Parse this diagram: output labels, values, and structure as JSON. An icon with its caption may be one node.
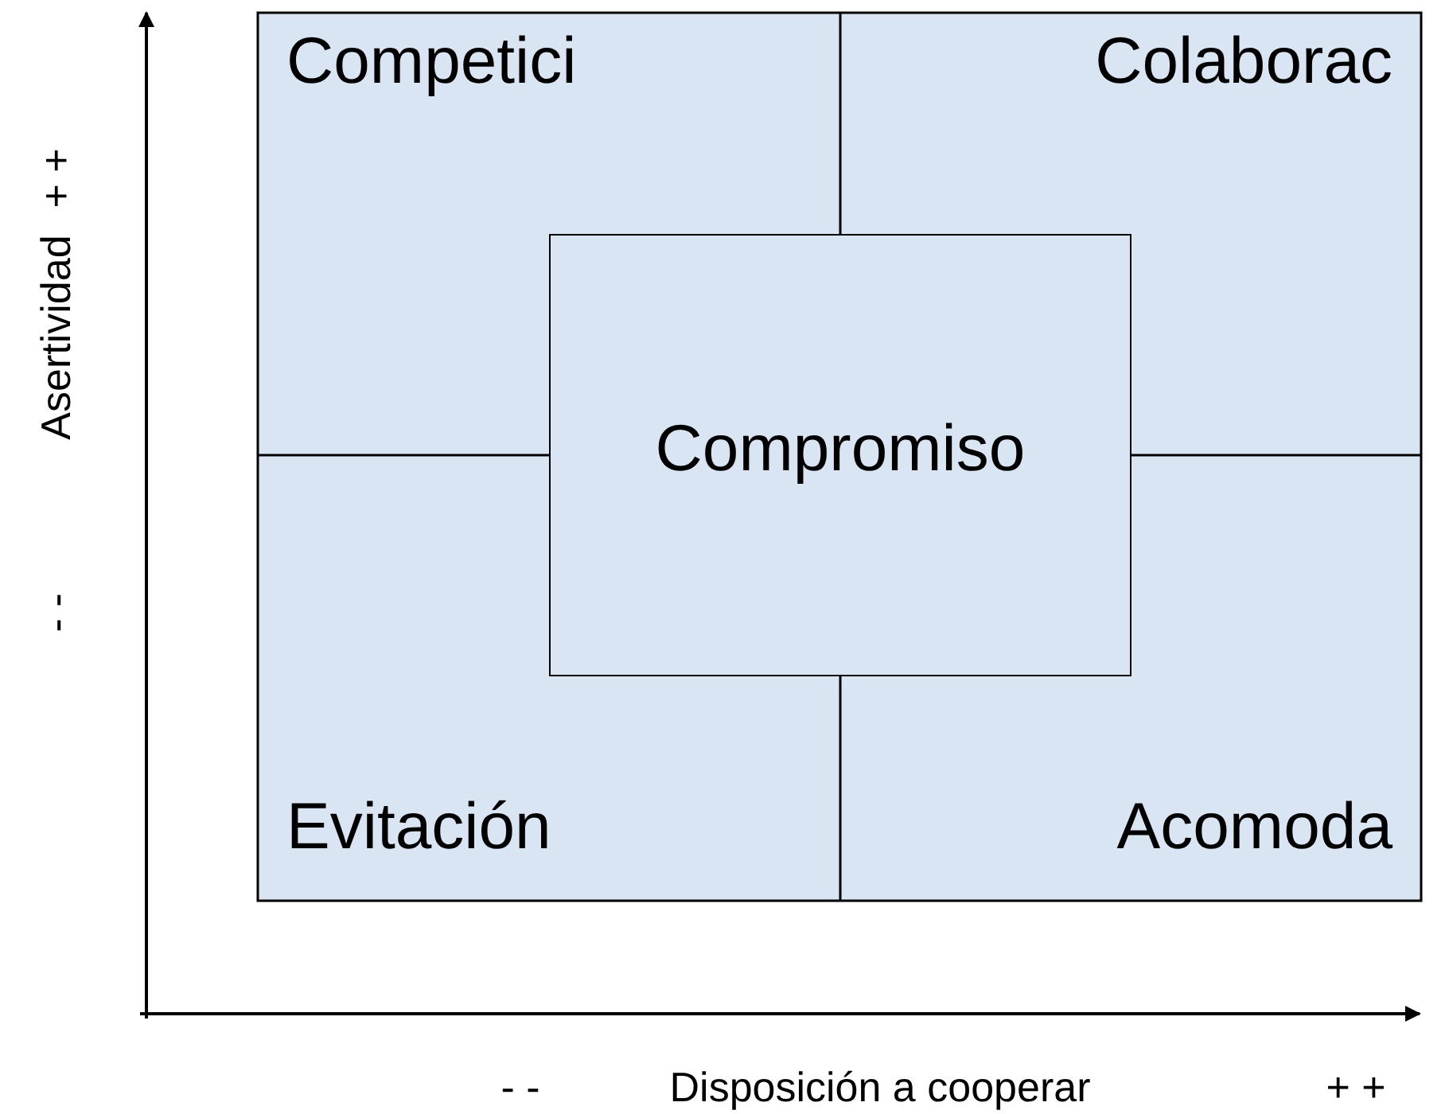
{
  "diagram": {
    "nodes": [
      {
        "text": [
          "Competici"
        ]
      },
      {
        "text": [
          "Colaborac"
        ]
      },
      {
        "text": [
          "Evitación"
        ]
      },
      {
        "text": [
          "Acomoda"
        ]
      },
      {
        "text": [
          "Compromiso"
        ]
      }
    ],
    "labels": [
      "+ +",
      "Asertividad",
      "- -",
      "- -",
      "Disposición a cooperar",
      "+ +"
    ]
  }
}
